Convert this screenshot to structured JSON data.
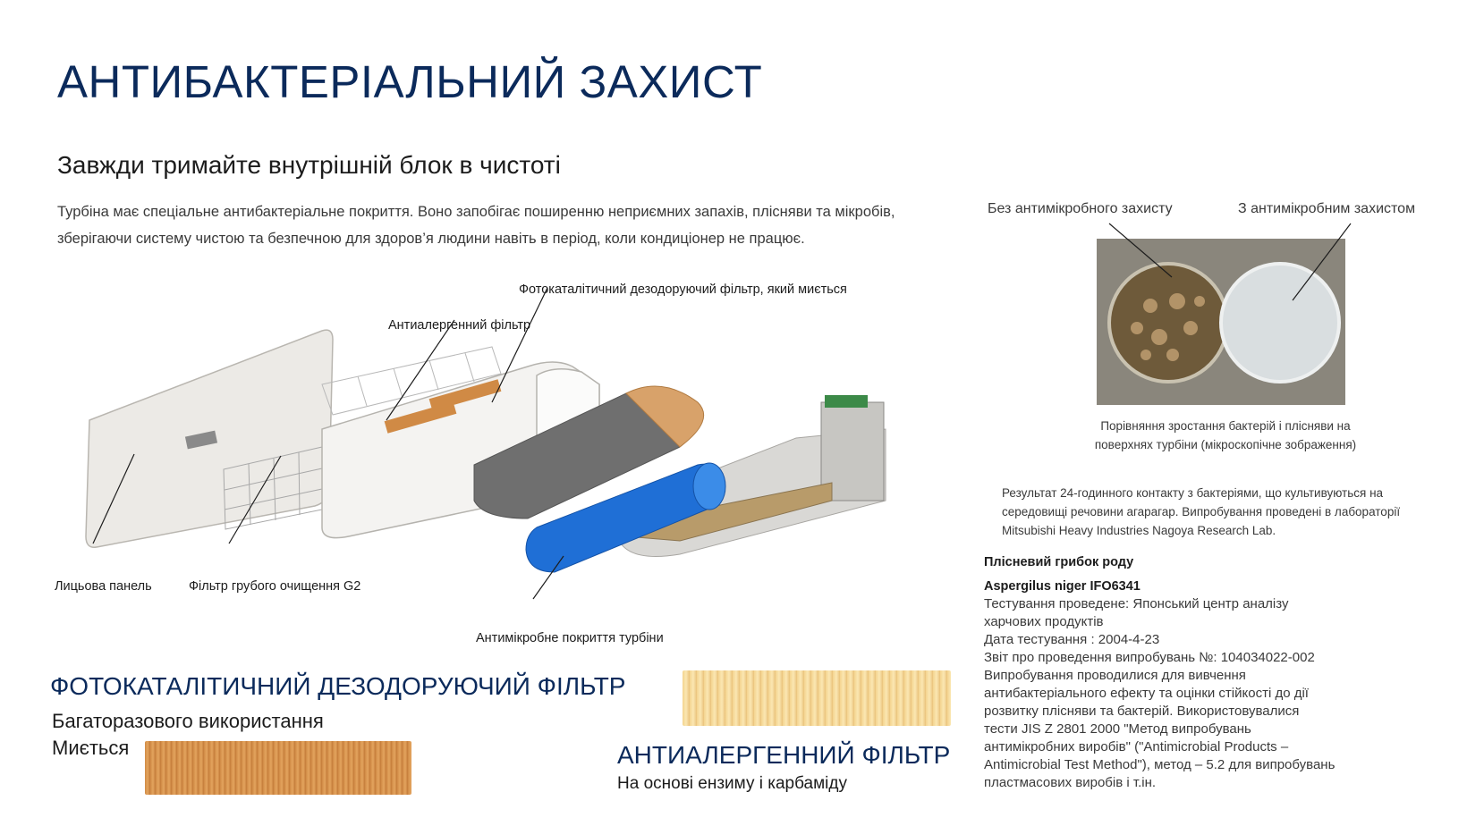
{
  "header": {
    "title": "АНТИБАКТЕРІАЛЬНИЙ ЗАХИСТ",
    "subtitle": "Завжди тримайте внутрішній блок в чистоті",
    "intro": "Турбіна має спеціальне антибактеріальне покриття. Воно запобігає поширенню неприємних запахів, плісняви та мікробів, зберігаючи систему чистою та безпечною для здоров’я людини навіть в період, коли кондиціонер не працює."
  },
  "diagram": {
    "photocatalytic_filter": "Фотокаталітичний дезодоруючий фільтр, який миється",
    "antiallergen_filter": "Антиалергенний фільтр",
    "front_panel": "Лицьова панель",
    "coarse_filter": "Фільтр грубого очищення G2",
    "turbine_coating": "Антимікробне покриття турбіни"
  },
  "comparison": {
    "without_label": "Без антимікробного захисту",
    "with_label": "З антимікробним захистом",
    "caption_line1": "Порівняння зростання бактерій і плісняви на",
    "caption_line2": "поверхнях турбіни (мікроскопічне зображення)",
    "result_line1": "Результат 24-годинного контакту з бактеріями, що культивуються на",
    "result_line2": "середовищі речовини агарагар. Випробування проведені в лабораторії",
    "result_line3": "Mitsubishi Heavy Industries Nagoya Research Lab."
  },
  "fungus": {
    "heading_line1": "Плісневий грибок роду",
    "heading_line2": "Aspergilus niger IFO6341",
    "lines": [
      "Тестування проведене: Японський центр аналізу",
      "харчових продуктів",
      "Дата тестування : 2004-4-23",
      "Звіт про проведення випробувань №: 104034022-002",
      "Випробування проводилися для вивчення",
      "антибактеріального ефекту та оцінки стійкості до дії",
      "розвитку плісняви та бактерій. Використовувалися",
      "тести JIS Z 2801 2000 \"Метод випробувань",
      "антимікробних виробів\" (\"Antimicrobial Products –",
      "Antimicrobial Test Method\"), метод – 5.2 для випробувань",
      "пластмасових виробів і т.ін."
    ]
  },
  "photocatalytic": {
    "title": "ФОТОКАТАЛІТИЧНИЙ ДЕЗОДОРУЮЧИЙ ФІЛЬТР",
    "line1": "Багаторазового використання",
    "line2": "Миється"
  },
  "antiallergen": {
    "title": "АНТИАЛЕРГЕННИЙ ФІЛЬТР",
    "sub": "На основі ензиму і карбаміду"
  },
  "colors": {
    "heading": "#0b2a5b",
    "turbine": "#1f6fd6",
    "photocatalytic_filter": "#d08a45",
    "antiallergen_filter": "#f4d48f"
  }
}
